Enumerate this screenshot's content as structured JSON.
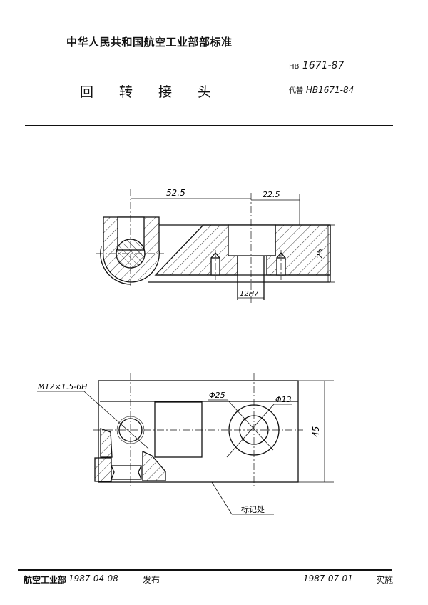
{
  "header": {
    "organization": "中华人民共和国航空工业部部标准",
    "standard_number_prefix": "HB",
    "standard_number": "1671-87",
    "title": "回转接头",
    "replaces_label": "代替",
    "replaces_number": "HB1671-84"
  },
  "drawing": {
    "section_view": {
      "dim_left": "52.5",
      "dim_right": "22.5",
      "dim_height": "25",
      "dim_bore": "12H7"
    },
    "plan_view": {
      "thread_callout": "M12×1.5-6H",
      "dim_outer_dia": "Φ25",
      "dim_inner_dia": "Φ13",
      "dim_height": "45",
      "marking_note": "标记处"
    }
  },
  "footer": {
    "issuer": "航空工业部",
    "issue_date": "1987-04-08",
    "issue_label": "发布",
    "effective_date": "1987-07-01",
    "effective_label": "实施"
  }
}
